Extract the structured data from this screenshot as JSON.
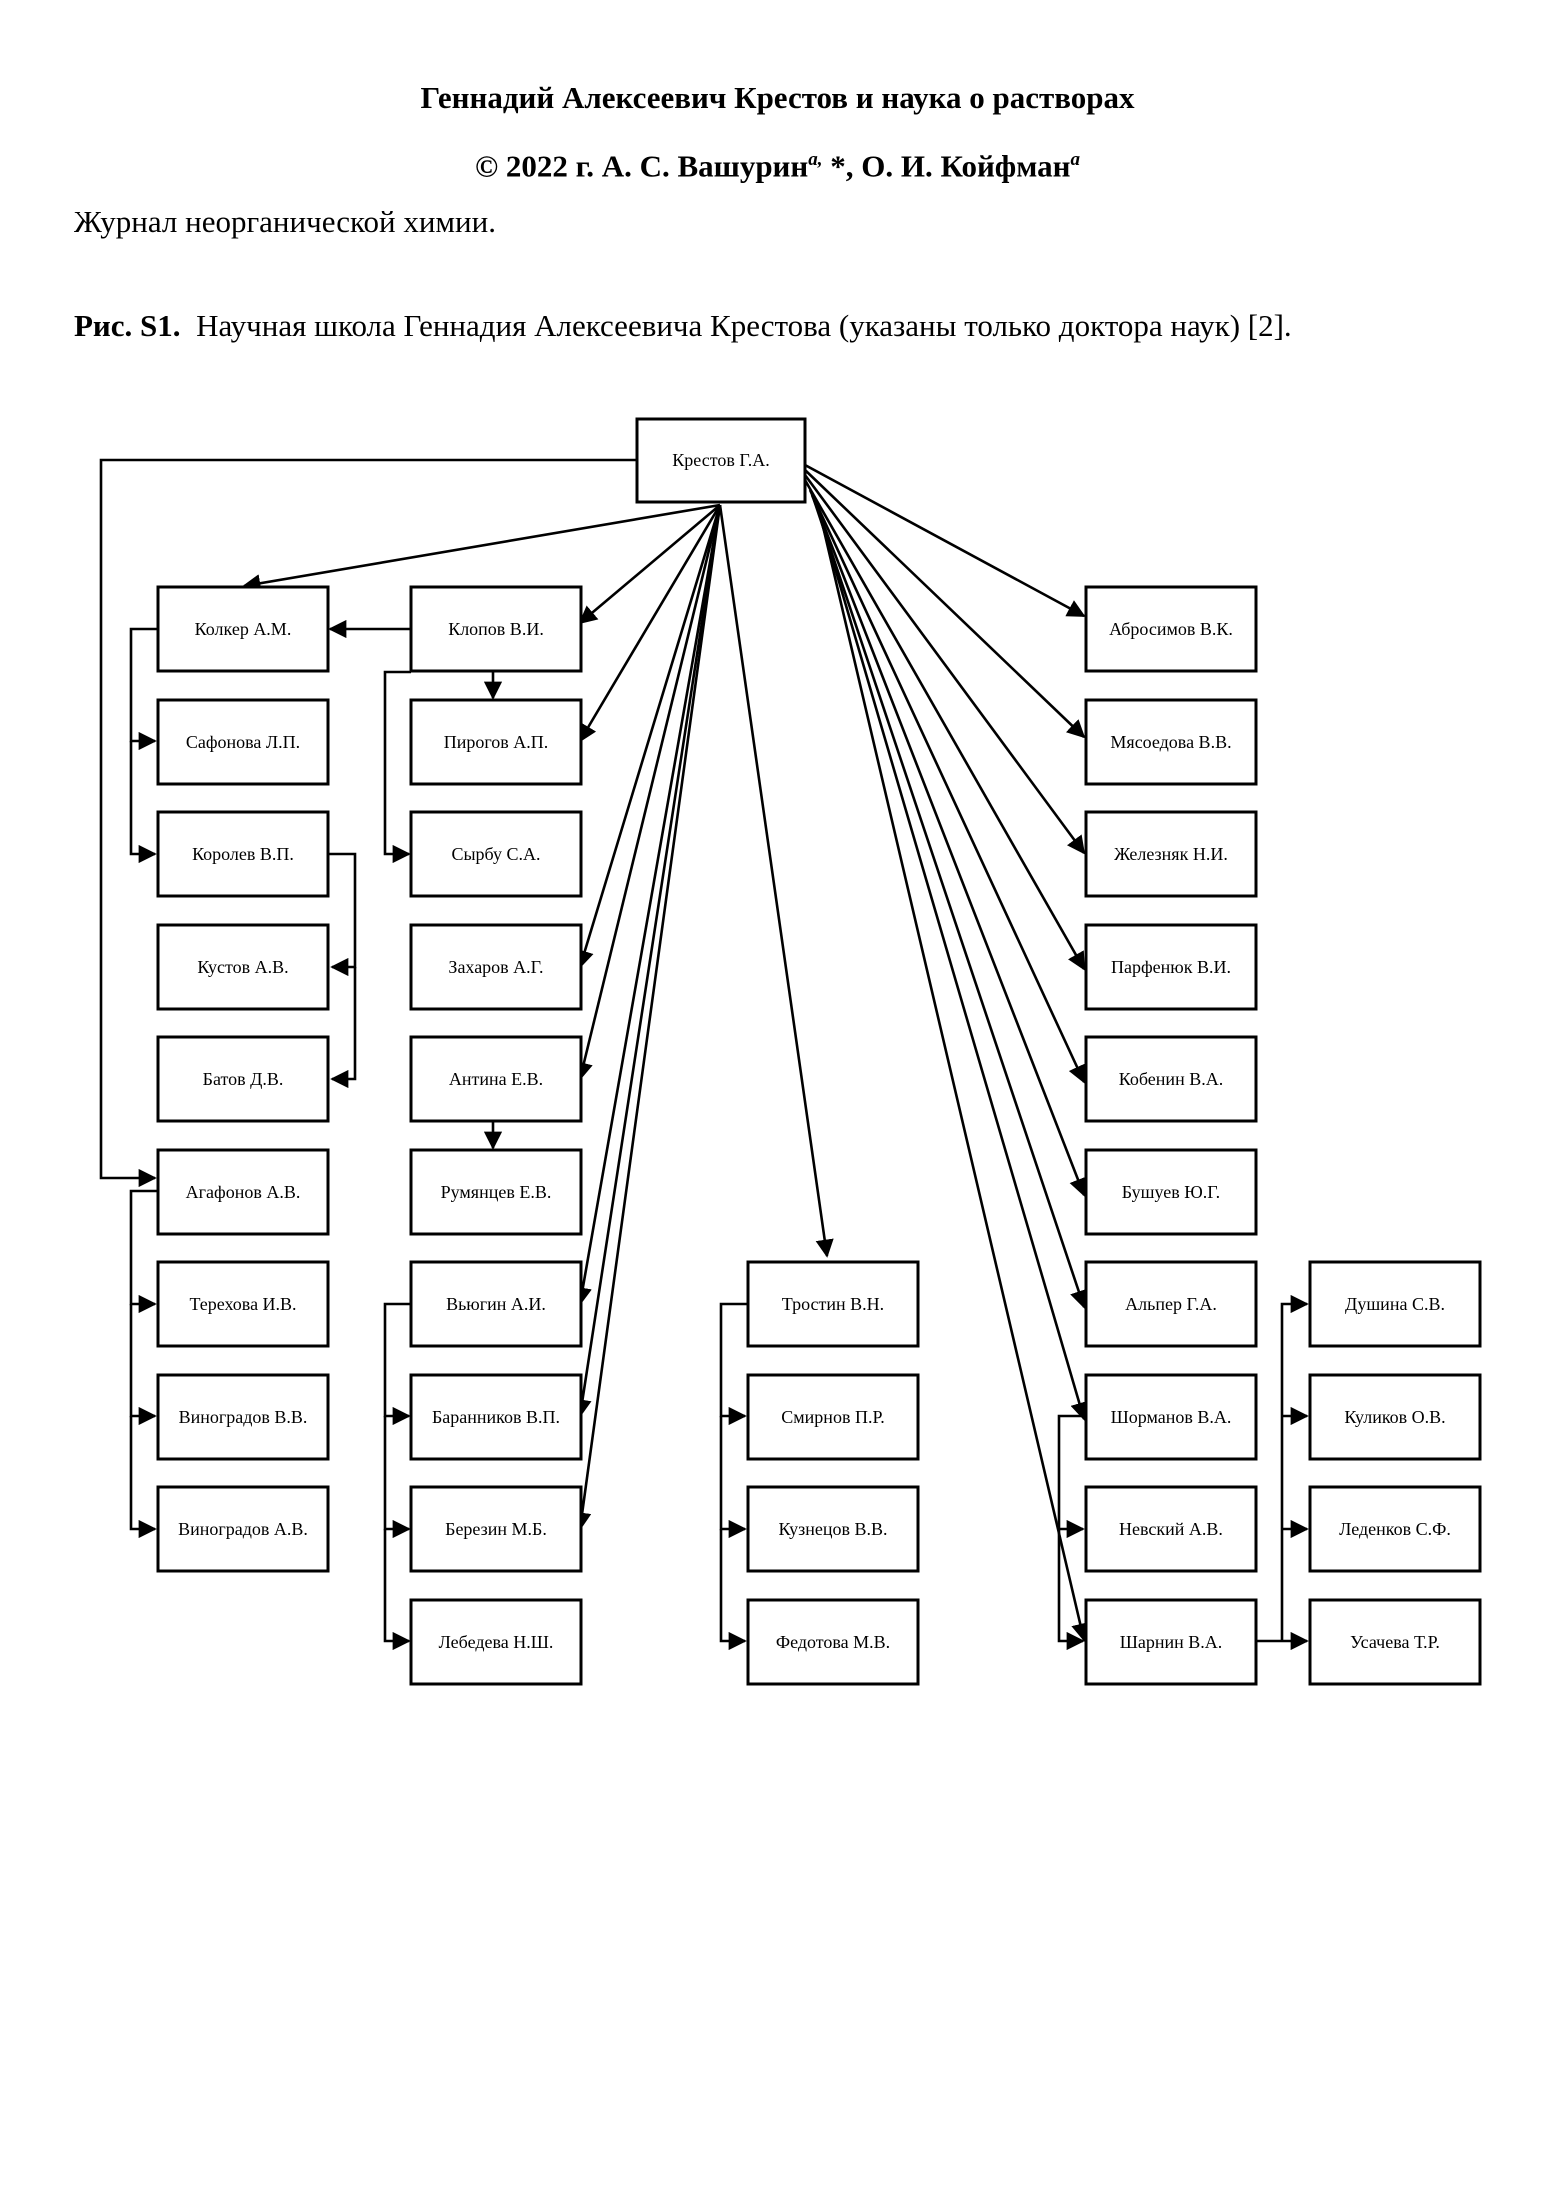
{
  "header": {
    "title": "Геннадий Алексеевич Крестов и наука о растворах",
    "authors_prefix": "© 2022 г.  А. С. Вашурин",
    "author1_sup": "a,",
    "authors_middle": " *, О. И. Койфман",
    "author2_sup": "a",
    "journal": "Журнал неорганической химии."
  },
  "caption": {
    "label": "Рис. S1.",
    "text": "Научная школа Геннадия Алексеевича Крестова (указаны только доктора наук) [2]."
  },
  "diagram": {
    "root": "Крестов Г.А.",
    "nodes": {
      "kolker": "Колкер А.М.",
      "safonova": "Сафонова Л.П.",
      "korolev": "Королев В.П.",
      "kustov": "Кустов А.В.",
      "batov": "Батов Д.В.",
      "agafonov": "Агафонов А.В.",
      "terekhova": "Терехова И.В.",
      "vinogradov_vv": "Виноградов В.В.",
      "vinogradov_av": "Виноградов А.В.",
      "klopov": "Клопов В.И.",
      "pirogov": "Пирогов А.П.",
      "syrbu": "Сырбу С.А.",
      "zakharov": "Захаров А.Г.",
      "antina": "Антина Е.В.",
      "rumyantsev": "Румянцев Е.В.",
      "vyugin": "Вьюгин А.И.",
      "barannikov": "Баранников В.П.",
      "berezin": "Березин М.Б.",
      "lebedeva": "Лебедева Н.Ш.",
      "trostin": "Тростин В.Н.",
      "smirnov": "Смирнов П.Р.",
      "kuznetsov": "Кузнецов В.В.",
      "fedotova": "Федотова М.В.",
      "abrosimov": "Абросимов В.К.",
      "myasoedova": "Мясоедова В.В.",
      "zheleznyak": "Железняк Н.И.",
      "parfenyuk": "Парфенюк В.И.",
      "kobenin": "Кобенин В.А.",
      "bushuev": "Бушуев Ю.Г.",
      "alper": "Альпер Г.А.",
      "shormanov": "Шорманов В.А.",
      "nevsky": "Невский А.В.",
      "sharnin": "Шарнин В.А.",
      "dushina": "Душина С.В.",
      "kulikov": "Куликов О.В.",
      "ledenkov": "Леденков С.Ф.",
      "usacheva": "Усачева Т.Р."
    }
  }
}
